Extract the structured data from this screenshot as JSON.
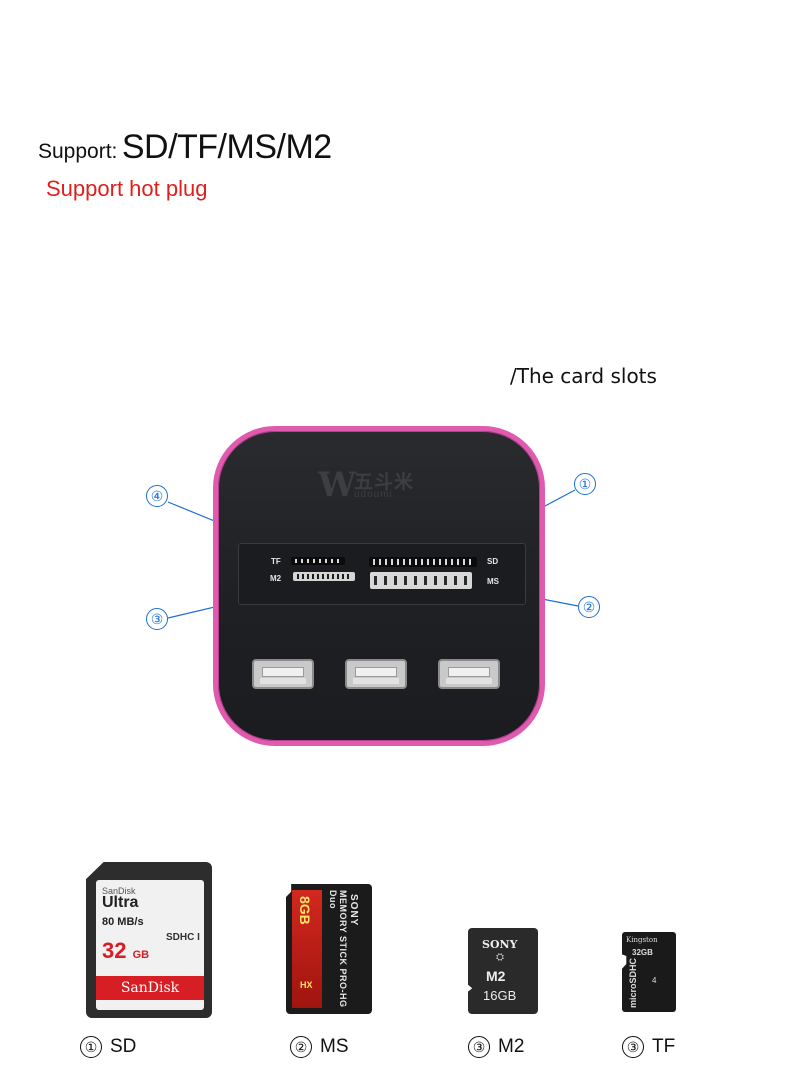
{
  "header": {
    "support_label": "Support:",
    "support_formats": "SD/TF/MS/M2",
    "hot_plug": "Support hot plug",
    "slots_title": "/The card slots"
  },
  "device": {
    "logo_letter": "W",
    "logo_cn": "五斗米",
    "logo_sub": "udoumi",
    "slot_labels": {
      "tf": "TF",
      "m2": "M2",
      "sd": "SD",
      "ms": "MS"
    },
    "usb_ports": 3
  },
  "callouts": {
    "c1": "①",
    "c2": "②",
    "c3": "③",
    "c4": "④"
  },
  "cards": {
    "sd": {
      "num": "①",
      "name": "SD",
      "brand_top": "SanDisk",
      "line": "Ultra",
      "speed": "80 MB/s",
      "hc": "SDHC I",
      "capacity": "32",
      "unit": "GB",
      "brand": "SanDisk"
    },
    "ms": {
      "num": "②",
      "name": "MS",
      "capacity": "8GB",
      "line": "MEMORY STICK PRO-HG Duo",
      "brand": "SONY",
      "mark": "HX"
    },
    "m2": {
      "num": "③",
      "name": "M2",
      "brand": "SONY",
      "model": "M2",
      "capacity": "16GB"
    },
    "tf": {
      "num": "③",
      "name": "TF",
      "brand": "Kingston",
      "capacity": "32GB",
      "type": "microSDHC",
      "class": "4"
    }
  },
  "colors": {
    "accent_red": "#e0201c",
    "callout_blue": "#1d6fd6",
    "device_trim": "#e05bb0",
    "device_body": "#1f2023"
  }
}
